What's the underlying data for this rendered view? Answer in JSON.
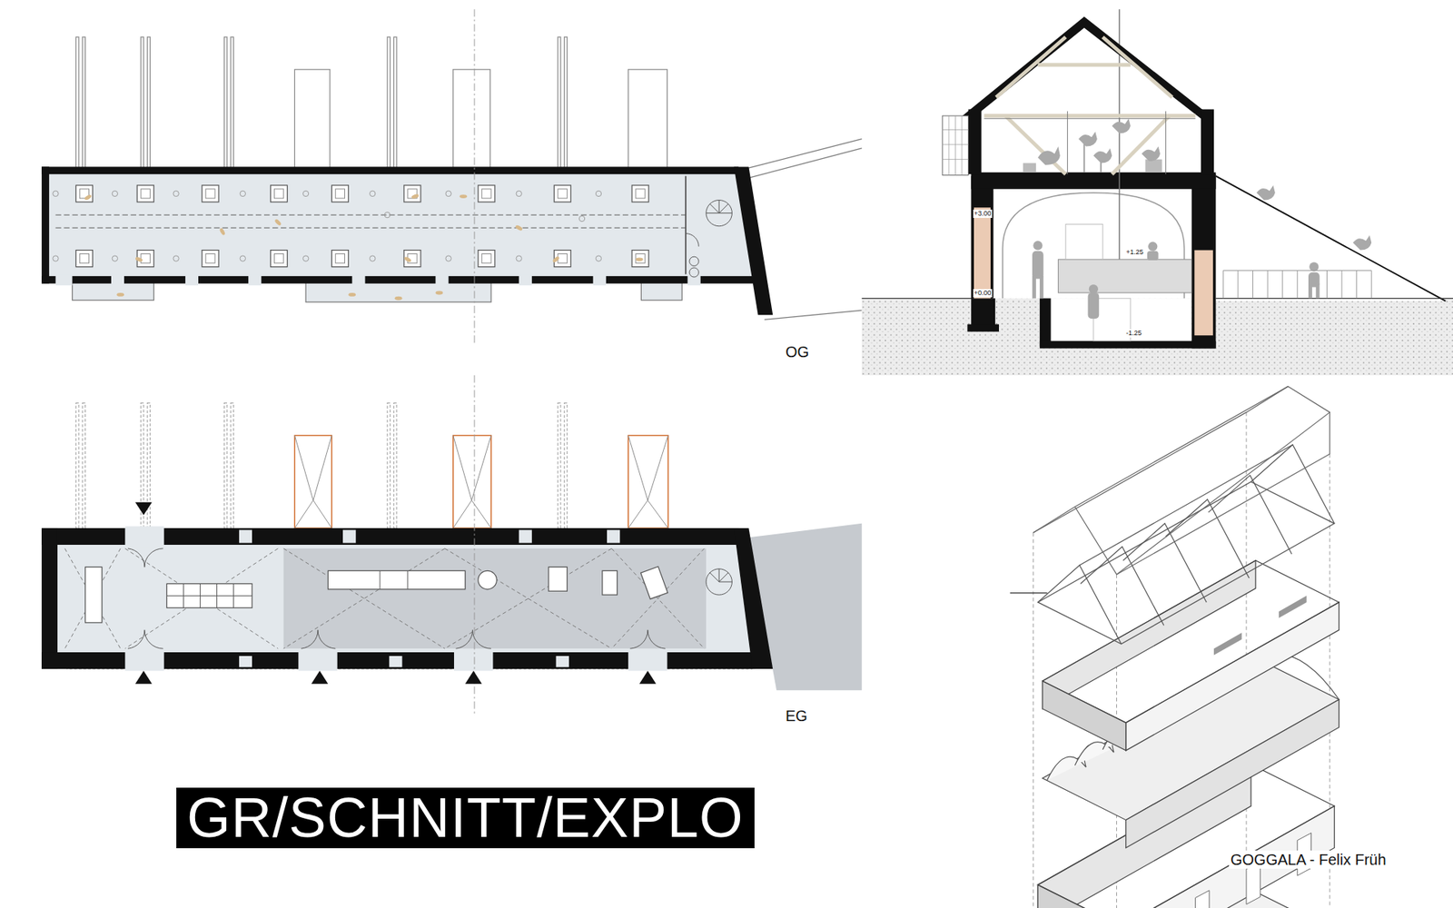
{
  "diagram": {
    "title": "GR/SCHNITT/EXPLO",
    "caption": "GOGGALA - Felix Früh",
    "labels": [
      "OG",
      "EG",
      "+3.00",
      "+0.00",
      "+1.25",
      "-1.25"
    ]
  }
}
